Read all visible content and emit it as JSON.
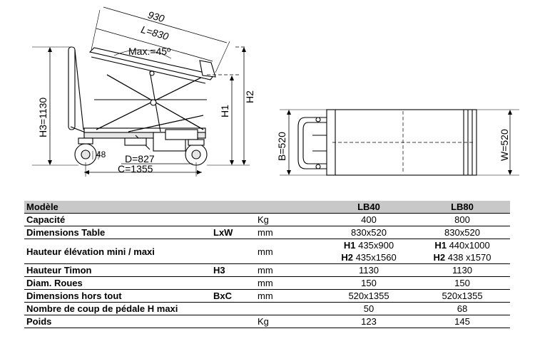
{
  "drawing": {
    "side_view": {
      "dim_930": "930",
      "dim_L": "L=830",
      "dim_max_angle": "Max.=45º",
      "dim_H3": "H3=1130",
      "dim_H1": "H1",
      "dim_H2": "H2",
      "dim_wheel": "48",
      "dim_D": "D=827",
      "dim_C": "C=1355"
    },
    "top_view": {
      "dim_B": "B=520",
      "dim_W": "W=520"
    }
  },
  "table": {
    "header": {
      "label": "Modèle",
      "col_lb40": "LB40",
      "col_lb80": "LB80"
    },
    "rows": [
      {
        "label": "Capacité",
        "symbol": "",
        "unit": "Kg",
        "lb40": "400",
        "lb80": "800"
      },
      {
        "label": "Dimensions Table",
        "symbol": "LxW",
        "unit": "mm",
        "lb40": "830x520",
        "lb80": "830x520"
      },
      {
        "label": "Hauteur élévation mini / maxi",
        "symbol": "",
        "unit": "mm",
        "lb40_h1_prefix": "H1",
        "lb40_h1": "435x900",
        "lb40_h2_prefix": "H2",
        "lb40_h2": "435x1560",
        "lb80_h1_prefix": "H1",
        "lb80_h1": "440x1000",
        "lb80_h2_prefix": "H2",
        "lb80_h2": "438 x1570"
      },
      {
        "label": "Hauteur Timon",
        "symbol": "H3",
        "unit": "mm",
        "lb40": "1130",
        "lb80": "1130"
      },
      {
        "label": "Diam. Roues",
        "symbol": "",
        "unit": "mm",
        "lb40": "150",
        "lb80": "150"
      },
      {
        "label": "Dimensions hors tout",
        "symbol": "BxC",
        "unit": "mm",
        "lb40": "520x1355",
        "lb80": "520x1355"
      },
      {
        "label": "Nombre de coup de pédale H maxi",
        "symbol": "",
        "unit": "",
        "lb40": "50",
        "lb80": "68"
      },
      {
        "label": "Poids",
        "symbol": "",
        "unit": "Kg",
        "lb40": "123",
        "lb80": "145"
      }
    ]
  }
}
